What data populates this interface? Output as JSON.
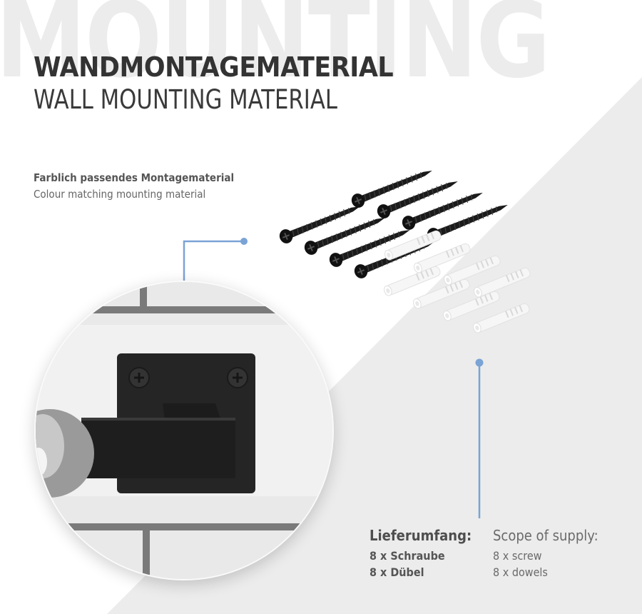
{
  "background": {
    "watermark_text": "MOUNTING",
    "light_color": "#ffffff",
    "grey_color": "#ececec"
  },
  "header": {
    "title_de": "WANDMONTAGEMATERIAL",
    "title_en": "WALL MOUNTING MATERIAL"
  },
  "description": {
    "de": "Farblich passendes Montagematerial",
    "en": "Colour matching mounting material"
  },
  "products": {
    "screws": {
      "count": 8,
      "color": "#1a1a1a"
    },
    "dowels": {
      "count": 8,
      "color": "#f4f4f4"
    }
  },
  "detail_image": {
    "subject": "matte black towel rail wall bracket on tiled wall"
  },
  "accent_color": "#7aa3d6",
  "supply": {
    "heading_de": "Lieferumfang:",
    "heading_en": "Scope of supply:",
    "items_de": [
      "8 x Schraube",
      "8 x Dübel"
    ],
    "items_en": [
      "8 x screw",
      "8 x dowels"
    ]
  }
}
